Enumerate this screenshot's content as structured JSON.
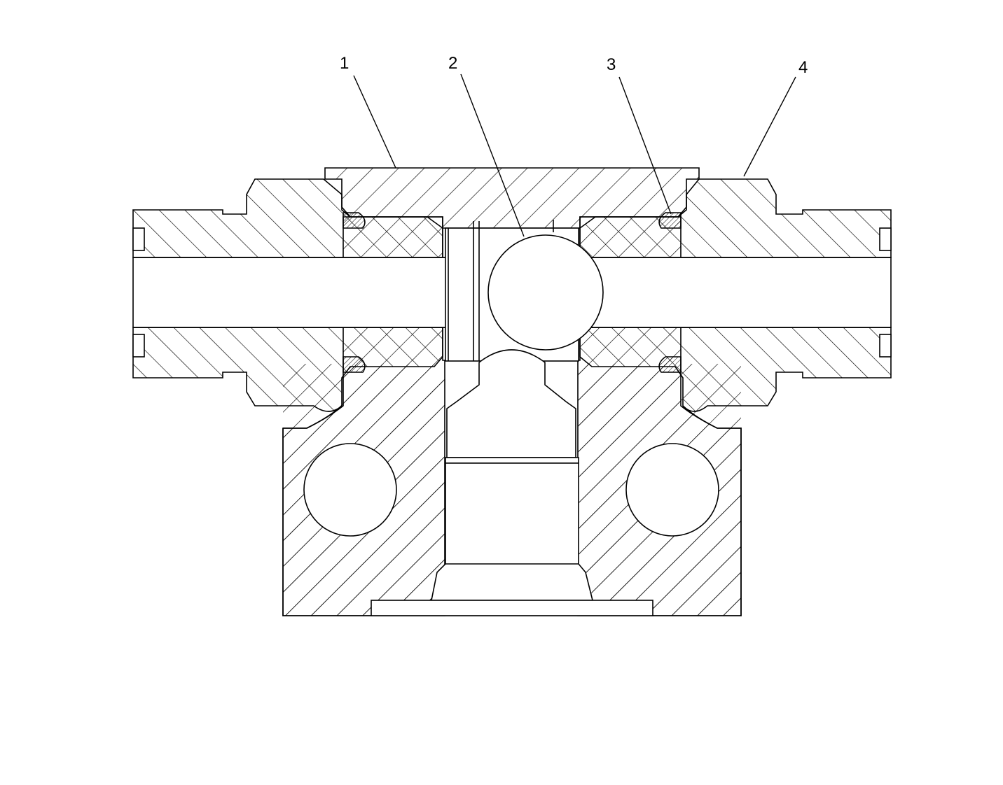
{
  "diagram": {
    "labels": [
      {
        "id": "1",
        "text": "1"
      },
      {
        "id": "2",
        "text": "2"
      },
      {
        "id": "3",
        "text": "3"
      },
      {
        "id": "4",
        "text": "4"
      }
    ]
  },
  "colors": {
    "line": "#000000",
    "background": "#ffffff"
  }
}
